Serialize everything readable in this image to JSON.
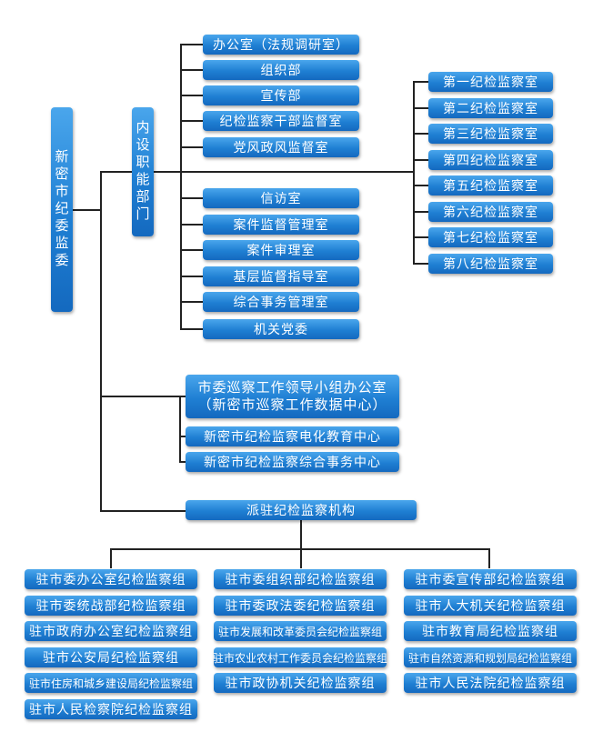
{
  "root": "新密市纪委监委",
  "internal_dept": "内设职能部门",
  "internal_left_top": [
    "办公室（法规调研室）",
    "组织部",
    "宣传部",
    "纪检监察干部监督室",
    "党风政风监督室"
  ],
  "internal_left_bottom": [
    "信访室",
    "案件监督管理室",
    "案件审理室",
    "基层监督指导室",
    "综合事务管理室",
    "机关党委"
  ],
  "internal_right": [
    "第一纪检监察室",
    "第二纪检监察室",
    "第三纪检监察室",
    "第四纪检监察室",
    "第五纪检监察室",
    "第六纪检监察室",
    "第七纪检监察室",
    "第八纪检监察室"
  ],
  "inspection_office": {
    "line1": "市委巡察工作领导小组办公室",
    "line2": "（新密市巡察工作数据中心）"
  },
  "centers": [
    "新密市纪检监察电化教育中心",
    "新密市纪检监察综合事务中心"
  ],
  "dispatched": "派驻纪检监察机构",
  "groups_col1": [
    "驻市委办公室纪检监察组",
    "驻市委统战部纪检监察组",
    "驻市政府办公室纪检监察组",
    "驻市公安局纪检监察组",
    "驻市住房和城乡建设局纪检监察组",
    "驻市人民检察院纪检监察组"
  ],
  "groups_col2": [
    "驻市委组织部纪检监察组",
    "驻市委政法委纪检监察组",
    "驻市发展和改革委员会纪检监察组",
    "驻市农业农村工作委员会纪检监察组",
    "驻市政协机关纪检监察组"
  ],
  "groups_col3": [
    "驻市委宣传部纪检监察组",
    "驻市人大机关纪检监察组",
    "驻市教育局纪检监察组",
    "驻市自然资源和规划局纪检监察组",
    "驻市人民法院纪检监察组"
  ]
}
